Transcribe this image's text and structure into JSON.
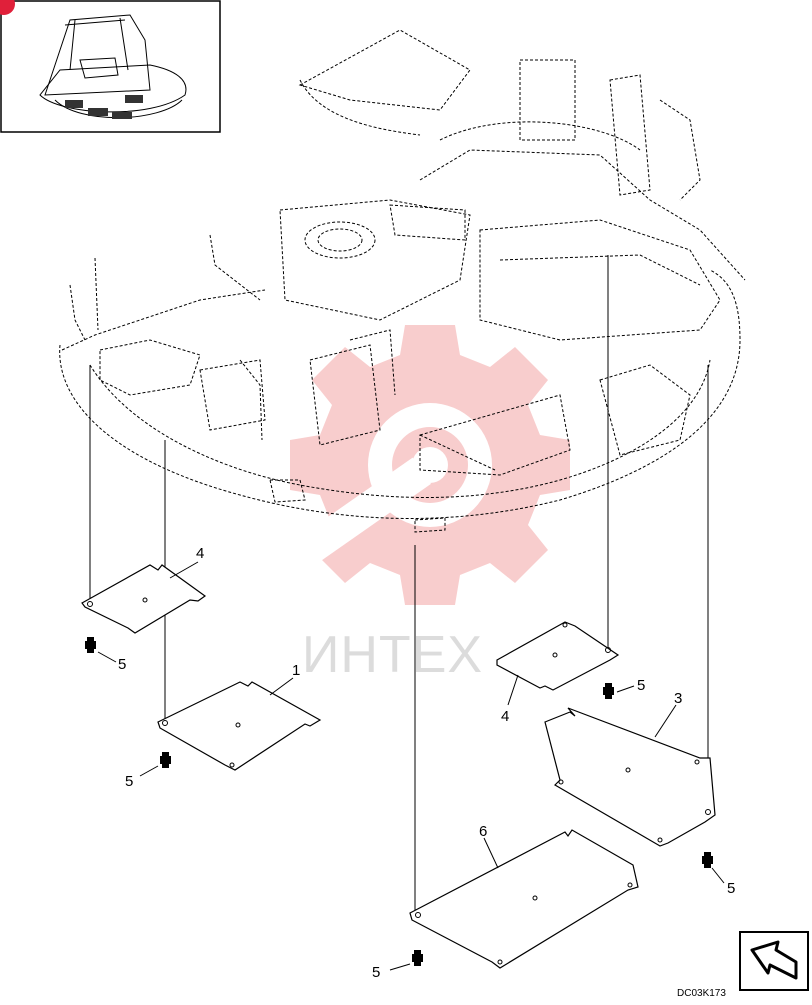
{
  "watermark": {
    "text": "ИНТЕХ",
    "color": "#f8c8c8"
  },
  "callouts": {
    "left_plate_small": "4",
    "left_bolt_a": "5",
    "left_plate_large": "1",
    "left_bolt_b": "5",
    "right_plate_small": "4",
    "right_bolt_a": "5",
    "right_plate_large": "3",
    "right_bolt_b": "5",
    "center_plate": "6",
    "center_bolt": "5"
  },
  "drawing_code": "DC03K173",
  "icons": {
    "thumbnail": "machine-overview-icon",
    "navigation": "return-arrow-icon"
  }
}
